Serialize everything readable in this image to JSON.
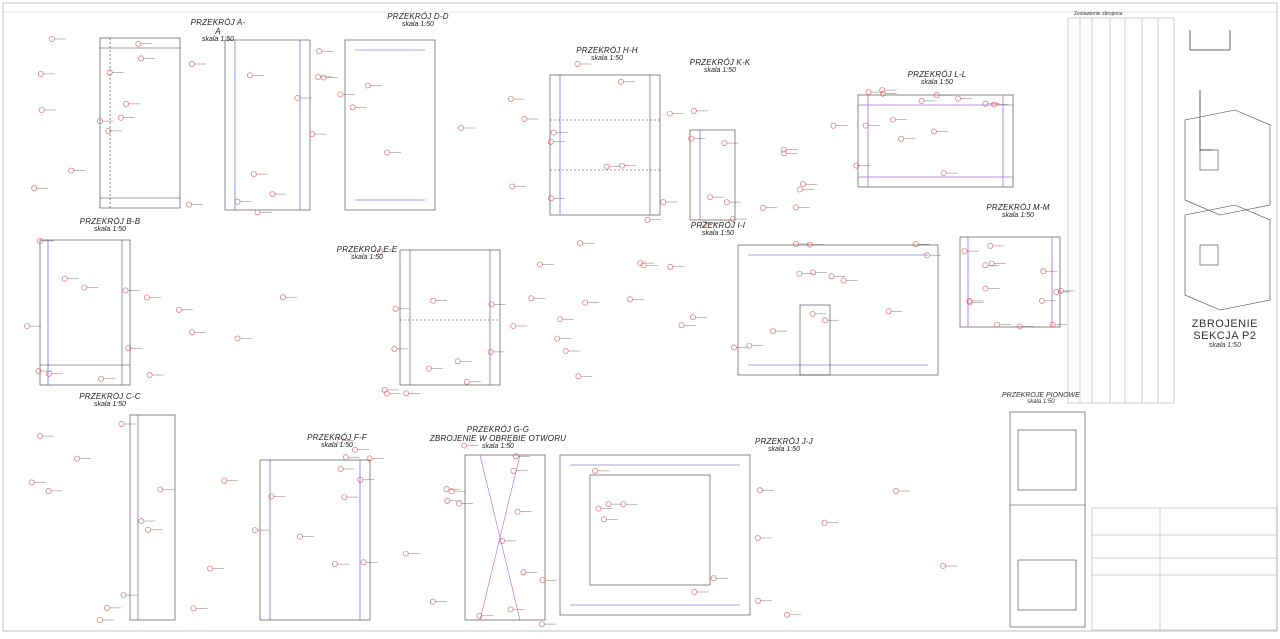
{
  "sheet": {
    "title_line1": "ZBROJENIE",
    "title_line2": "SEKCJA P2",
    "title_scale": "skala 1:50",
    "vertical_sections_title": "PRZEKROJE PIONOWE",
    "vertical_sections_scale": "skala 1:50",
    "table_title": "Zestawienie zbrojenia"
  },
  "sections": [
    {
      "title": "PRZEKRÓJ A-A",
      "scale": "skala 1:50"
    },
    {
      "title": "PRZEKRÓJ D-D",
      "scale": "skala 1:50"
    },
    {
      "title": "PRZEKRÓJ H-H",
      "scale": "skala 1:50"
    },
    {
      "title": "PRZEKRÓJ K-K",
      "scale": "skala 1:50"
    },
    {
      "title": "PRZEKRÓJ L-L",
      "scale": "skala 1:50"
    },
    {
      "title": "PRZEKRÓJ B-B",
      "scale": "skala 1:50"
    },
    {
      "title": "PRZEKRÓJ E-E",
      "scale": "skala 1:50"
    },
    {
      "title": "PRZEKRÓJ I-I",
      "scale": "skala 1:50"
    },
    {
      "title": "PRZEKRÓJ M-M",
      "scale": "skala 1:50"
    },
    {
      "title": "PRZEKRÓJ C-C",
      "scale": "skala 1:50"
    },
    {
      "title": "PRZEKRÓJ F-F",
      "scale": "skala 1:50"
    },
    {
      "title": "PRZEKRÓJ G-G",
      "subtitle": "ZBROJENIE W OBRĘBIE OTWORU",
      "scale": "skala 1:50"
    },
    {
      "title": "PRZEKRÓJ J-J",
      "scale": "skala 1:50"
    }
  ],
  "colors": {
    "line": "#3a3a3a",
    "rebar_blue": "#3d4fc4",
    "rebar_purple": "#b566d6",
    "tag_red": "#e05a5a",
    "bg": "#ffffff"
  }
}
